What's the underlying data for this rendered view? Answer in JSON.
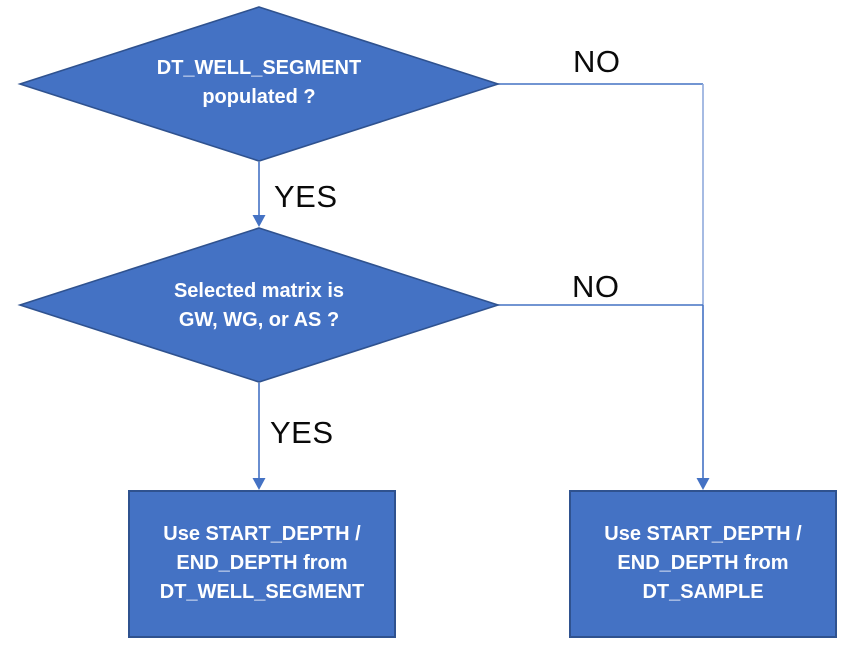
{
  "diagram": {
    "type": "flowchart",
    "colors": {
      "shape_fill": "#4472C4",
      "shape_border": "#2F528F",
      "connector": "#4472C4",
      "connector_light": "#8FAADC",
      "shape_text": "#FFFFFF",
      "edge_label_text": "#0A0A0A",
      "background": "#FFFFFF"
    },
    "nodes": {
      "decision1": {
        "type": "decision",
        "text": "DT_WELL_SEGMENT\npopulated ?"
      },
      "decision2": {
        "type": "decision",
        "text": "Selected matrix is\nGW, WG, or AS ?"
      },
      "process_well_segment": {
        "type": "process",
        "text": "Use START_DEPTH /\nEND_DEPTH from\nDT_WELL_SEGMENT"
      },
      "process_sample": {
        "type": "process",
        "text": "Use START_DEPTH /\nEND_DEPTH from\nDT_SAMPLE"
      }
    },
    "edges": {
      "decision1_no": {
        "label": "NO",
        "from": "decision1",
        "to": "process_sample"
      },
      "decision1_yes": {
        "label": "YES",
        "from": "decision1",
        "to": "decision2"
      },
      "decision2_no": {
        "label": "NO",
        "from": "decision2",
        "to": "process_sample"
      },
      "decision2_yes": {
        "label": "YES",
        "from": "decision2",
        "to": "process_well_segment"
      }
    }
  }
}
